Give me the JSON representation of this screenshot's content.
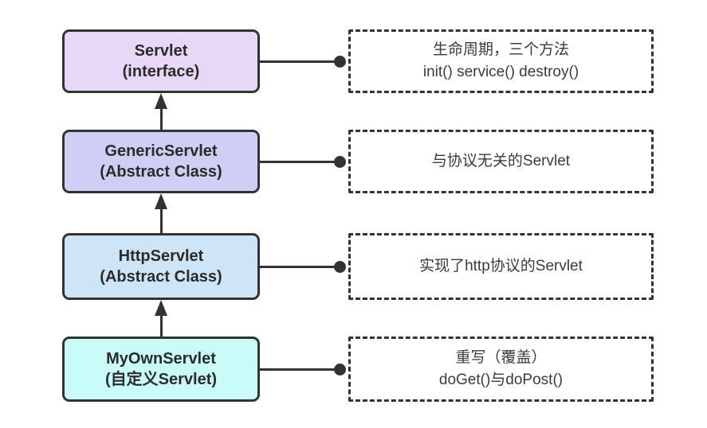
{
  "colors": {
    "background": "#ffffff",
    "line": "#333333",
    "node_servlet_fill": "#e8d8f7",
    "node_genericservlet_fill": "#cfcef5",
    "node_httpservlet_fill": "#cee5f8",
    "node_myownservlet_fill": "#c9fbf8"
  },
  "diagram": {
    "rows": [
      {
        "title": "Servlet",
        "subtitle": "(interface)",
        "fill": "#e8d8f7",
        "note_line1": "生命周期，三个方法",
        "note_line2": "init() service() destroy()"
      },
      {
        "title": "GenericServlet",
        "subtitle": "(Abstract Class)",
        "fill": "#cfcef5",
        "note_line1": "与协议无关的Servlet",
        "note_line2": ""
      },
      {
        "title": "HttpServlet",
        "subtitle": "(Abstract Class)",
        "fill": "#cee5f8",
        "note_line1": "实现了http协议的Servlet",
        "note_line2": ""
      },
      {
        "title": "MyOwnServlet",
        "subtitle": "(自定义Servlet)",
        "fill": "#c9fbf8",
        "note_line1": "重写（覆盖）",
        "note_line2": "doGet()与doPost()"
      }
    ]
  }
}
